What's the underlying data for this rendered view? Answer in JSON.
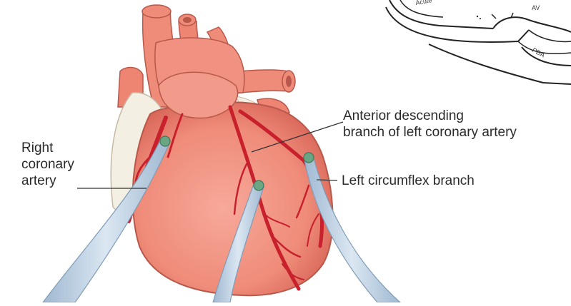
{
  "labels": {
    "right_coronary": [
      "Right",
      "coronary",
      "artery"
    ],
    "anterior_descending": [
      "Anterior descending",
      "branch of left coronary artery"
    ],
    "left_circumflex": "Left circumflex branch"
  },
  "inset": {
    "acute": "Acute",
    "av": "AV",
    "pda": "PDA"
  },
  "colors": {
    "heart_fill": "#ef8b79",
    "heart_shade": "#e07060",
    "vessel": "#c8202c",
    "fat": "#f3efe2",
    "catheter": "#b9cfe3",
    "catheter_tip": "#6aa584",
    "leader_line": "#333333"
  }
}
